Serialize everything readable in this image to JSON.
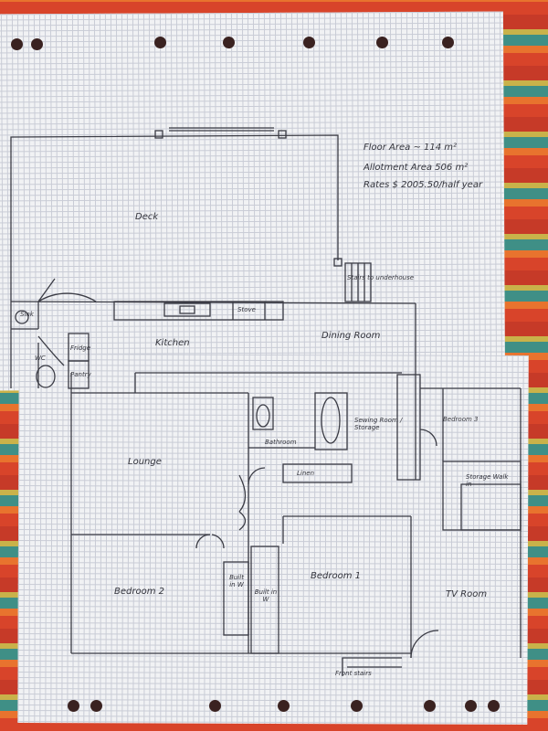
{
  "notes": {
    "floor_area": "Floor Area ~ 114 m²",
    "allotment_area": "Allotment Area 506 m²",
    "rates": "Rates $ 2005.50/half year"
  },
  "rooms": {
    "deck": "Deck",
    "stairs_under": "Stairs to underhouse",
    "sink": "Sink",
    "wc": "WC",
    "fridge": "Fridge",
    "pantry": "Pantry",
    "stove": "Stove",
    "kitchen": "Kitchen",
    "dining": "Dining Room",
    "bathroom": "Bathroom",
    "linen": "Linen",
    "sewing": "Sewing Room / Storage",
    "bedroom3": "Bedroom 3",
    "storage_walkin": "Storage Walk in",
    "lounge": "Lounge",
    "bedroom2": "Bedroom 2",
    "builtin_1": "Built in W",
    "builtin_2": "Built in W",
    "bedroom1": "Bedroom 1",
    "tv_room": "TV Room",
    "front_stairs": "Front stairs"
  },
  "colors": {
    "ink": "#3a3b44",
    "paper": "#f1f2f4"
  }
}
